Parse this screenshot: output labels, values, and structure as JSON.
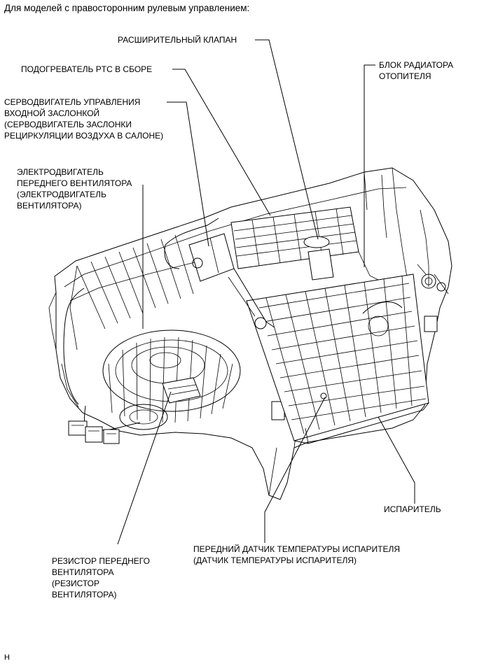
{
  "heading": "Для моделей с правосторонним рулевым управлением:",
  "labels": {
    "expansion_valve": "РАСШИРИТЕЛЬНЫЙ КЛАПАН",
    "ptc_heater": "ПОДОГРЕВАТЕЛЬ PTC В СБОРЕ",
    "heater_core": "БЛОК РАДИАТОРА\nОТОПИТЕЛЯ",
    "inlet_servo": "СЕРВОДВИГАТЕЛЬ УПРАВЛЕНИЯ\nВХОДНОЙ ЗАСЛОНКОЙ\n(СЕРВОДВИГАТЕЛЬ ЗАСЛОНКИ\nРЕЦИРКУЛЯЦИИ ВОЗДУХА В САЛОНЕ)",
    "blower_motor": "ЭЛЕКТРОДВИГАТЕЛЬ\nПЕРЕДНЕГО ВЕНТИЛЯТОРА\n(ЭЛЕКТРОДВИГАТЕЛЬ\nВЕНТИЛЯТОРА)",
    "evaporator": "ИСПАРИТЕЛЬ",
    "blower_resistor": "РЕЗИСТОР ПЕРЕДНЕГО\nВЕНТИЛЯТОРА\n(РЕЗИСТОР\nВЕНТИЛЯТОРА)",
    "evap_temp_sensor": "ПЕРЕДНИЙ ДАТЧИК ТЕМПЕРАТУРЫ ИСПАРИТЕЛЯ\n(ДАТЧИК ТЕМПЕРАТУРЫ ИСПАРИТЕЛЯ)"
  },
  "corner_mark": "H"
}
